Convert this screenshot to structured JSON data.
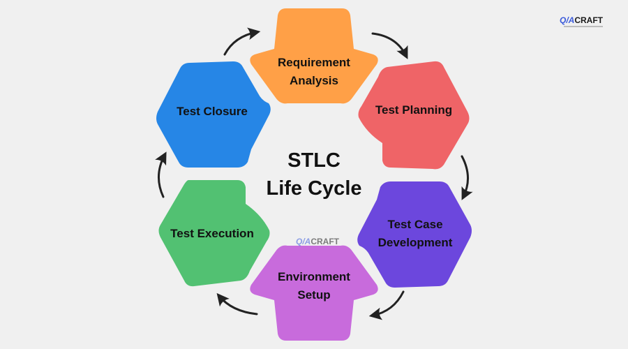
{
  "diagram": {
    "center": {
      "line1": "STLC",
      "line2": "Life Cycle"
    },
    "stages": [
      {
        "id": "requirement-analysis",
        "lines": [
          "Requirement",
          "Analysis"
        ],
        "color": "#ffa047"
      },
      {
        "id": "test-planning",
        "lines": [
          "Test Planning"
        ],
        "color": "#ef6467"
      },
      {
        "id": "test-case-development",
        "lines": [
          "Test Case",
          "Development"
        ],
        "color": "#6c47dd"
      },
      {
        "id": "environment-setup",
        "lines": [
          "Environment",
          "Setup"
        ],
        "color": "#c86bdc"
      },
      {
        "id": "test-execution",
        "lines": [
          "Test Execution"
        ],
        "color": "#52c172"
      },
      {
        "id": "test-closure",
        "lines": [
          "Test Closure"
        ],
        "color": "#2686e6"
      }
    ],
    "arrow_color": "#222222"
  },
  "logo": {
    "qa": "Q/A",
    "craft": "CRAFT"
  }
}
